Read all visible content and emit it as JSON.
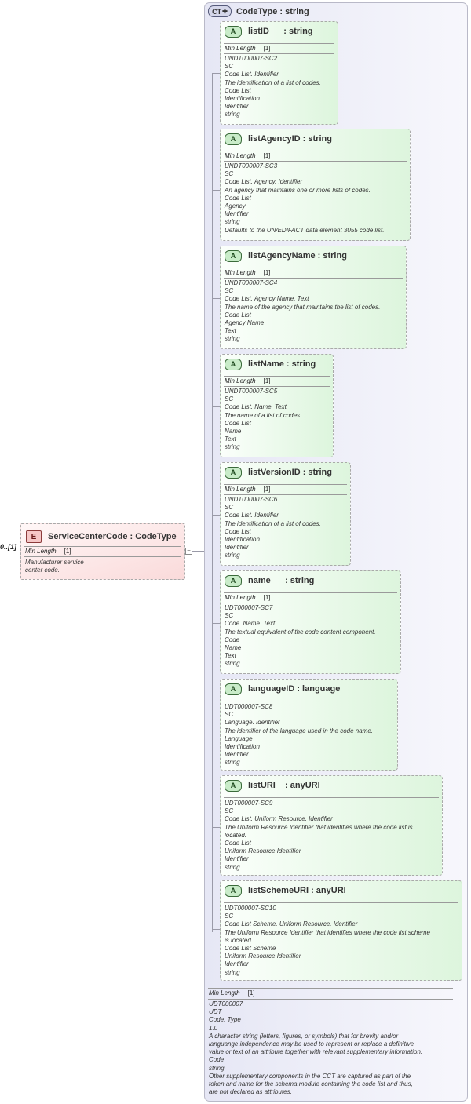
{
  "element": {
    "badge": "E",
    "title": "ServiceCenterCode : CodeType",
    "cardinality": "0..[1]",
    "facet": {
      "label": "Min Length",
      "value": "[1]"
    },
    "doc": "Manufacturer service\ncenter code."
  },
  "complex_type": {
    "badge": "CT",
    "title": "CodeType : string",
    "facet": {
      "label": "Min Length",
      "value": "[1]"
    },
    "doc": "UDT000007\nUDT\nCode. Type\n1.0\nA character string (letters, figures, or symbols) that for brevity and/or\nlanguange independence may be used to represent or replace a definitive\nvalue or text of an attribute together with relevant supplementary information.\nCode\nstring\nOther supplementary components in the CCT are captured as part of the\ntoken and name for the schema module containing the code list and thus,\nare not declared as attributes."
  },
  "attributes": [
    {
      "badge": "A",
      "name": "listID      : string",
      "facet": {
        "label": "Min Length",
        "value": "[1]"
      },
      "doc": "UNDT000007-SC2\nSC\nCode List. Identifier\nThe identification of a list of codes.\nCode List\nIdentification\nIdentifier\nstring"
    },
    {
      "badge": "A",
      "name": "listAgencyID : string",
      "facet": {
        "label": "Min Length",
        "value": "[1]"
      },
      "doc": "UNDT000007-SC3\nSC\nCode List. Agency. Identifier\nAn agency that maintains one or more lists of codes.\nCode List\nAgency\nIdentifier\nstring\nDefaults to the UN/EDIFACT data element 3055 code list."
    },
    {
      "badge": "A",
      "name": "listAgencyName : string",
      "facet": {
        "label": "Min Length",
        "value": "[1]"
      },
      "doc": "UNDT000007-SC4\nSC\nCode List. Agency Name. Text\nThe name of the agency that maintains the list of codes.\nCode List\nAgency Name\nText\nstring"
    },
    {
      "badge": "A",
      "name": "listName : string",
      "facet": {
        "label": "Min Length",
        "value": "[1]"
      },
      "doc": "UNDT000007-SC5\nSC\nCode List. Name. Text\nThe name of a list of codes.\nCode List\nName\nText\nstring"
    },
    {
      "badge": "A",
      "name": "listVersionID : string",
      "facet": {
        "label": "Min Length",
        "value": "[1]"
      },
      "doc": "UNDT000007-SC6\nSC\nCode List. Identifier\nThe identification of a list of codes.\nCode List\nIdentification\nIdentifier\nstring"
    },
    {
      "badge": "A",
      "name": "name      : string",
      "facet": {
        "label": "Min Length",
        "value": "[1]"
      },
      "doc": "UDT000007-SC7\nSC\nCode. Name. Text\nThe textual equivalent of the code content component.\nCode\nName\nText\nstring"
    },
    {
      "badge": "A",
      "name": "languageID : language",
      "doc": "UDT000007-SC8\nSC\nLanguage. Identifier\nThe identifier of the language used in the code name.\nLanguage\nIdentification\nIdentifier\nstring"
    },
    {
      "badge": "A",
      "name": "listURI    : anyURI",
      "doc": "UDT000007-SC9\nSC\nCode List. Uniform Resource. Identifier\nThe Uniform Resource Identifier that identifies where the code list is\nlocated.\nCode List\nUniform Resource Identifier\nIdentifier\nstring"
    },
    {
      "badge": "A",
      "name": "listSchemeURI : anyURI",
      "doc": "UDT000007-SC10\nSC\nCode List Scheme. Uniform Resource. Identifier\nThe Uniform Resource Identifier that identifies where the code list scheme\nis located.\nCode List Scheme\nUniform Resource Identifier\nIdentifier\nstring"
    }
  ]
}
